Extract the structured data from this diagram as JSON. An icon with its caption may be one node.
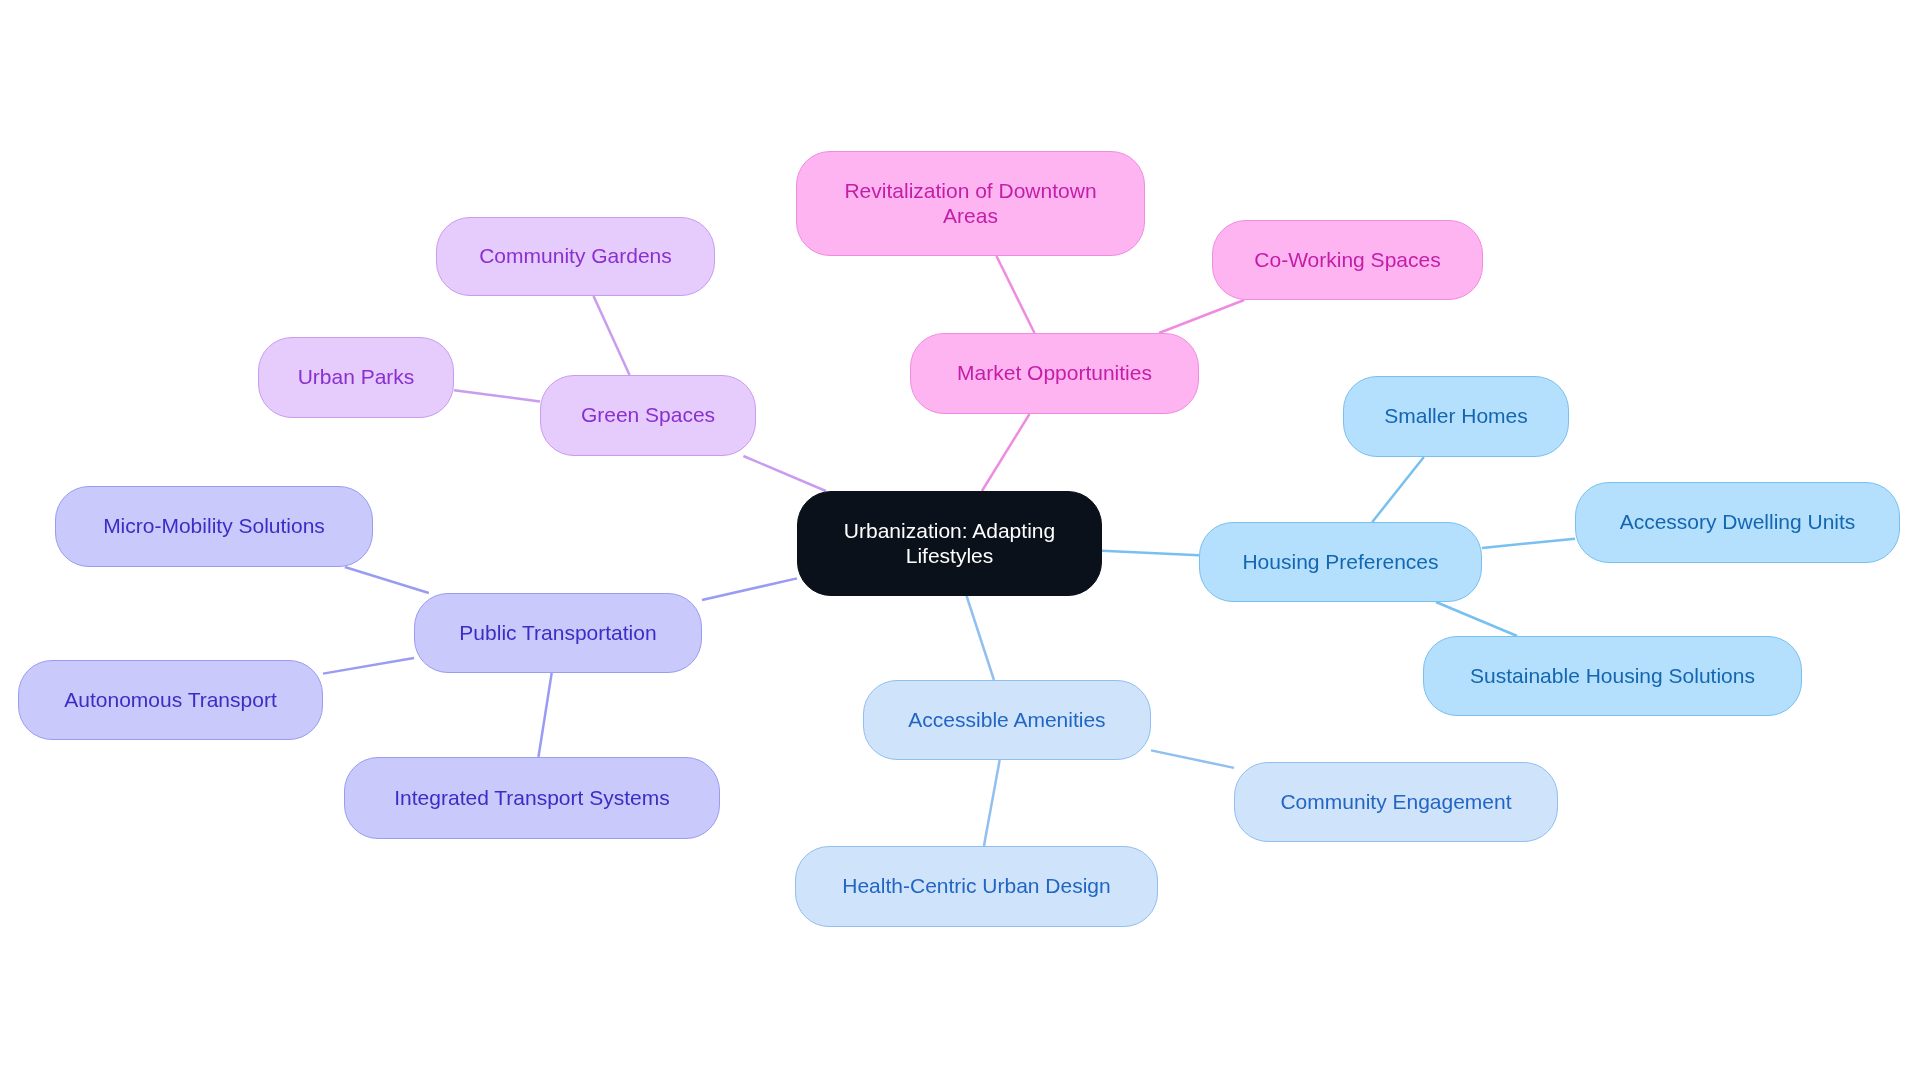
{
  "diagram": {
    "nodes": [
      {
        "text": [
          "Urbanization: Adapting Lifestyles"
        ]
      },
      {
        "text": [
          "Green Spaces"
        ]
      },
      {
        "text": [
          "Community Gardens"
        ]
      },
      {
        "text": [
          "Urban Parks"
        ]
      },
      {
        "text": [
          "Market Opportunities"
        ]
      },
      {
        "text": [
          "Revitalization of Downtown Areas"
        ]
      },
      {
        "text": [
          "Co-Working Spaces"
        ]
      },
      {
        "text": [
          "Micro-Mobility Solutions"
        ]
      },
      {
        "text": [
          "Public Transportation"
        ]
      },
      {
        "text": [
          "Autonomous Transport"
        ]
      },
      {
        "text": [
          "Integrated Transport Systems"
        ]
      },
      {
        "text": [
          "Smaller Homes"
        ]
      },
      {
        "text": [
          "Accessory Dwelling Units"
        ]
      },
      {
        "text": [
          "Housing Preferences"
        ]
      },
      {
        "text": [
          "Sustainable Housing Solutions"
        ]
      },
      {
        "text": [
          "Accessible Amenities"
        ]
      },
      {
        "text": [
          "Community Engagement"
        ]
      },
      {
        "text": [
          "Health-Centric Urban Design"
        ]
      }
    ],
    "edges": [
      {
        "from": 0,
        "to": 1,
        "arrow": "none",
        "color": "#c99cf0"
      },
      {
        "from": 1,
        "to": 2,
        "arrow": "none",
        "color": "#c99cf0"
      },
      {
        "from": 1,
        "to": 3,
        "arrow": "none",
        "color": "#c99cf0"
      },
      {
        "from": 0,
        "to": 4,
        "arrow": "none",
        "color": "#f08ce0"
      },
      {
        "from": 4,
        "to": 5,
        "arrow": "none",
        "color": "#f08ce0"
      },
      {
        "from": 4,
        "to": 6,
        "arrow": "none",
        "color": "#f08ce0"
      },
      {
        "from": 0,
        "to": 8,
        "arrow": "none",
        "color": "#9a9cf2"
      },
      {
        "from": 8,
        "to": 7,
        "arrow": "none",
        "color": "#9a9cf2"
      },
      {
        "from": 8,
        "to": 9,
        "arrow": "none",
        "color": "#9a9cf2"
      },
      {
        "from": 8,
        "to": 10,
        "arrow": "none",
        "color": "#9a9cf2"
      },
      {
        "from": 0,
        "to": 13,
        "arrow": "none"
      },
      {
        "from": 13,
        "to": 11,
        "arrow": "none"
      },
      {
        "from": 13,
        "to": 12,
        "arrow": "none"
      },
      {
        "from": 13,
        "to": 14,
        "arrow": "none"
      },
      {
        "from": 0,
        "to": 15,
        "arrow": "none",
        "color": "#90bff0"
      },
      {
        "from": 15,
        "to": 16,
        "arrow": "none",
        "color": "#90bff0"
      },
      {
        "from": 15,
        "to": 17,
        "arrow": "none",
        "color": "#90bff0"
      }
    ]
  }
}
